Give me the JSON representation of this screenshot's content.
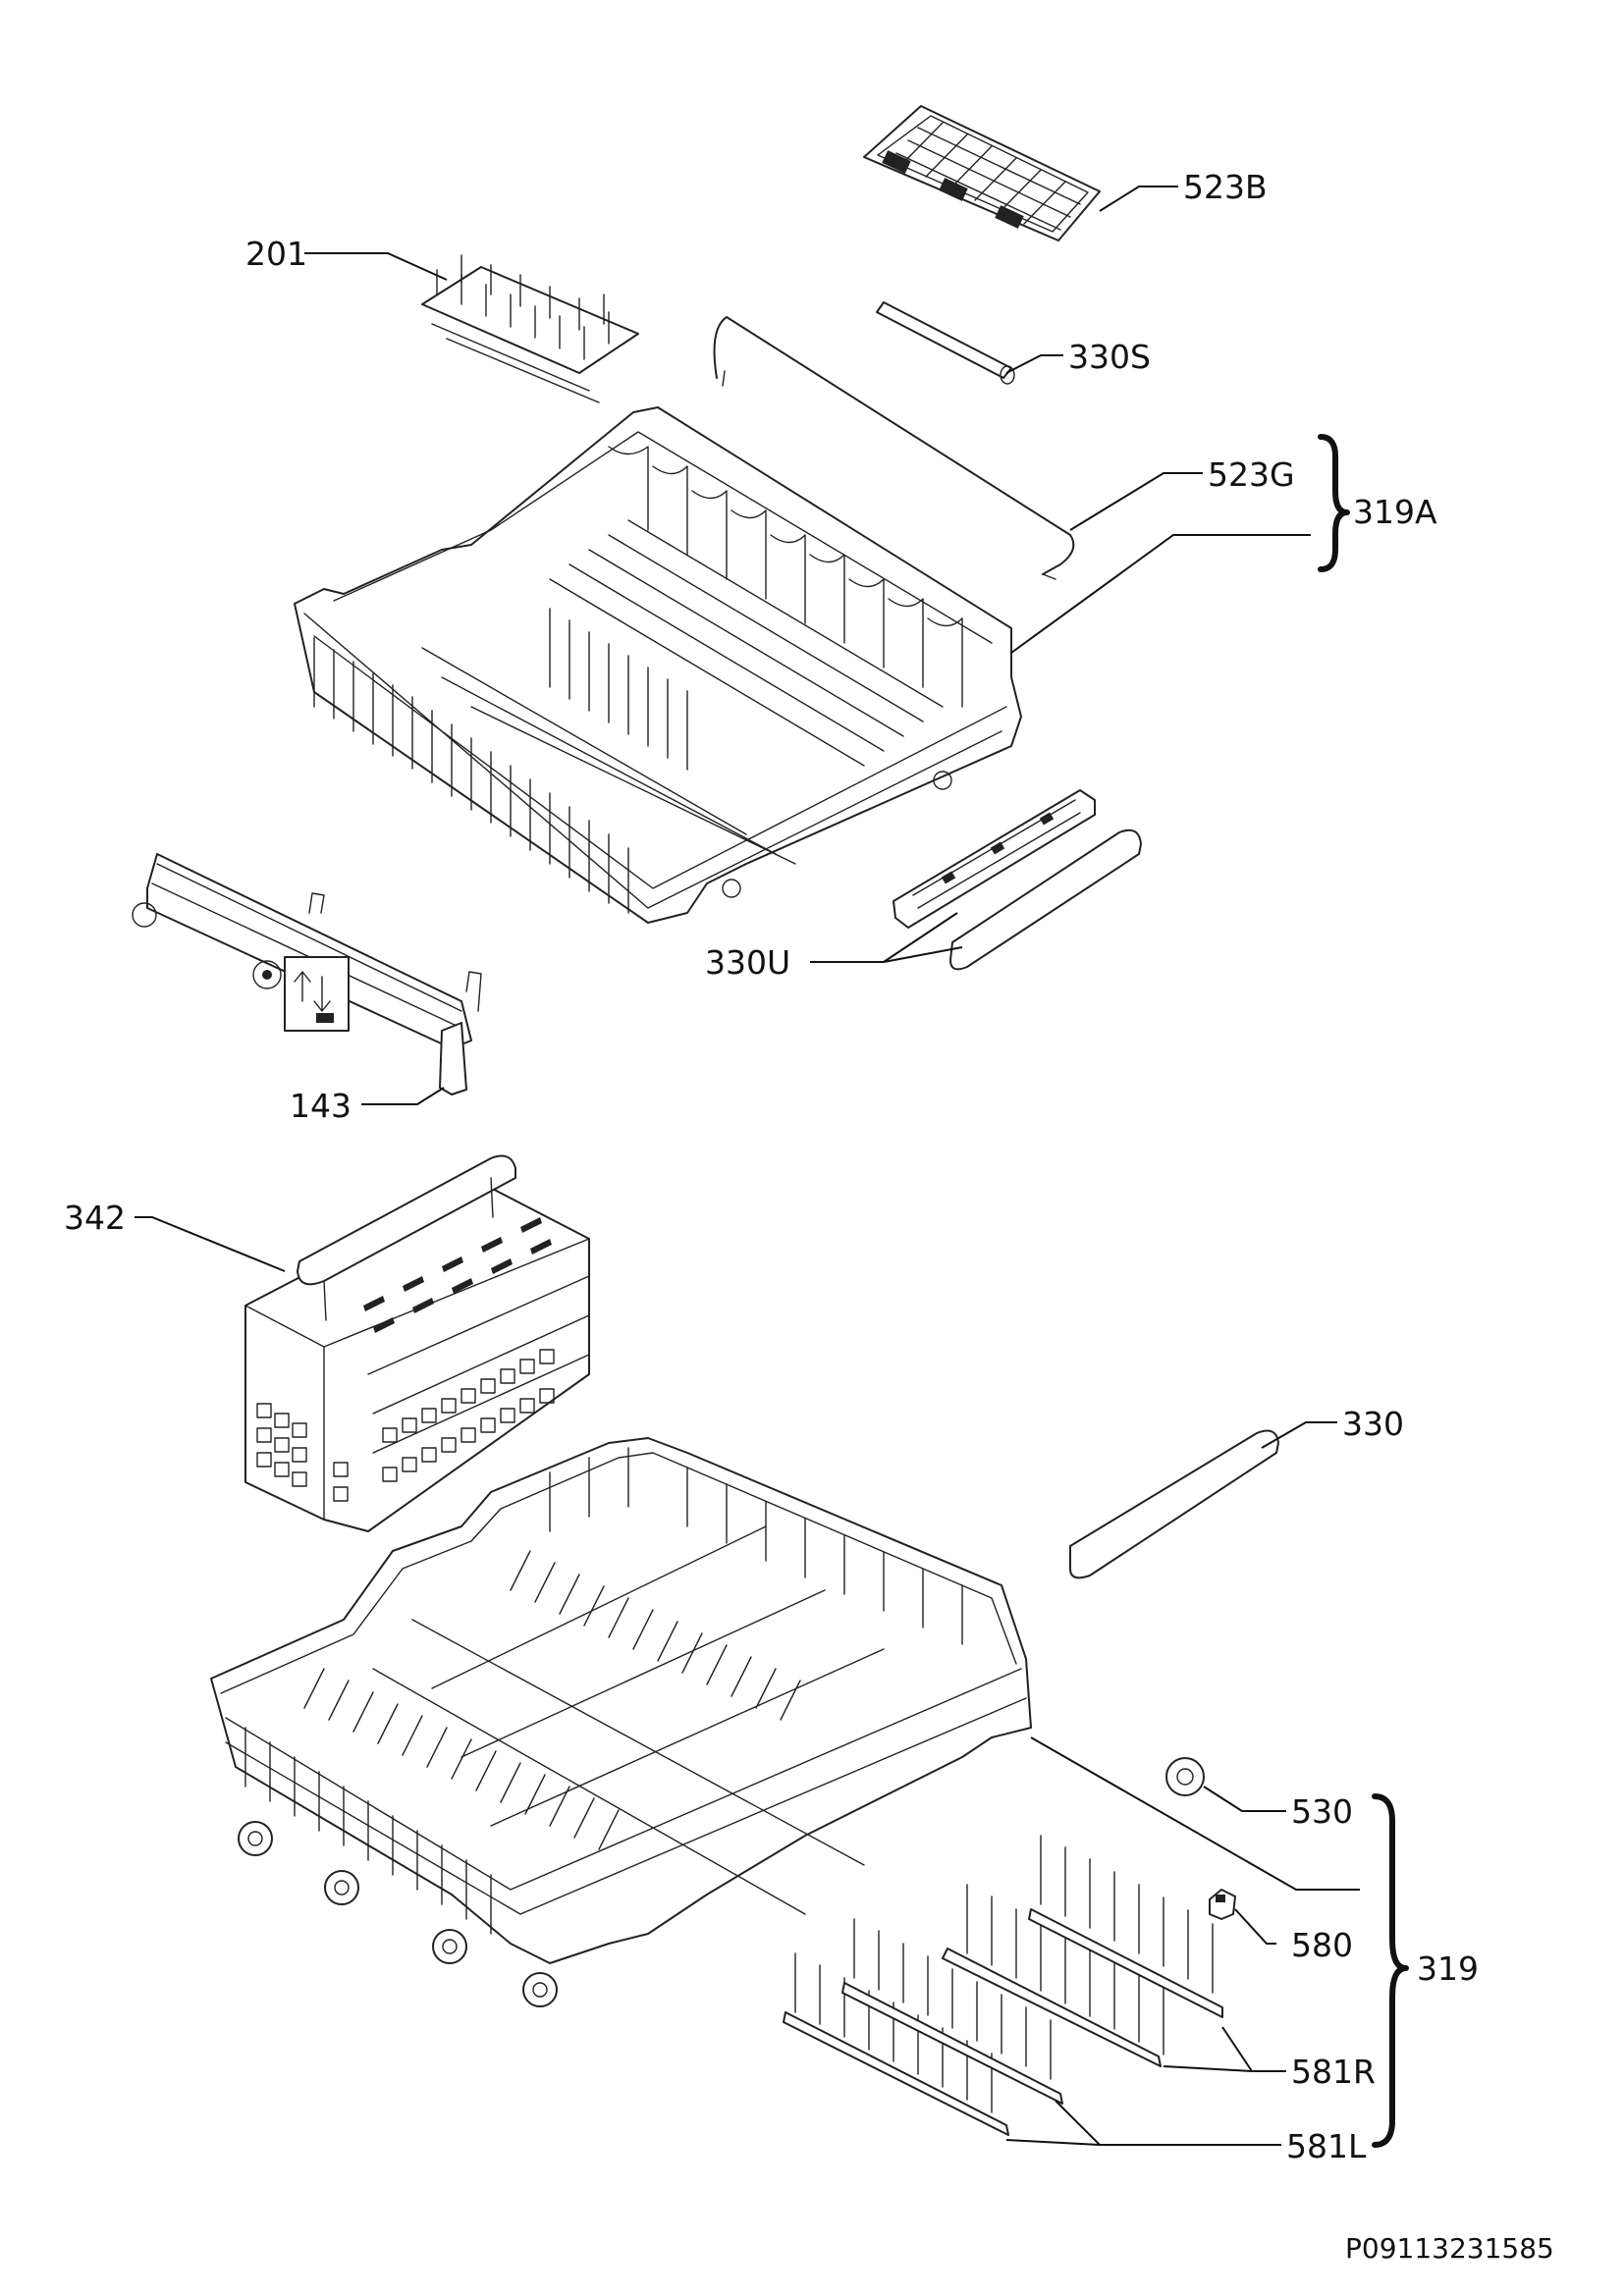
{
  "labels": {
    "p523B": "523B",
    "p201": "201",
    "p330S": "330S",
    "p523G": "523G",
    "p319A": "319A",
    "p330U": "330U",
    "p143": "143",
    "p342": "342",
    "p330": "330",
    "p530": "530",
    "p580": "580",
    "p319": "319",
    "p581R": "581R",
    "p581L": "581L"
  },
  "reference_number": "P09113231585"
}
